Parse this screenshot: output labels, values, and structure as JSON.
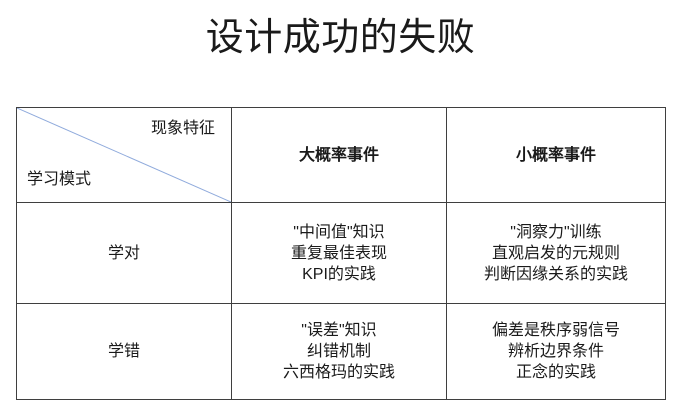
{
  "title": "设计成功的失败",
  "table": {
    "corner": {
      "top_right": "现象特征",
      "bottom_left": "学习模式"
    },
    "column_headers": [
      "大概率事件",
      "小概率事件"
    ],
    "rows": [
      {
        "label": "学对",
        "cells": [
          "\"中间值\"知识\n重复最佳表现\nKPI的实践",
          "\"洞察力\"训练\n直观启发的元规则\n判断因缘关系的实践"
        ]
      },
      {
        "label": "学错",
        "cells": [
          "\"误差\"知识\n纠错机制\n六西格玛的实践",
          "偏差是秩序弱信号\n辨析边界条件\n正念的实践"
        ]
      }
    ]
  },
  "colors": {
    "border": "#3f3f3f",
    "diagonal": "#8faadc",
    "title": "#1a1a1a",
    "text": "#1a1a1a",
    "bg": "#ffffff"
  }
}
